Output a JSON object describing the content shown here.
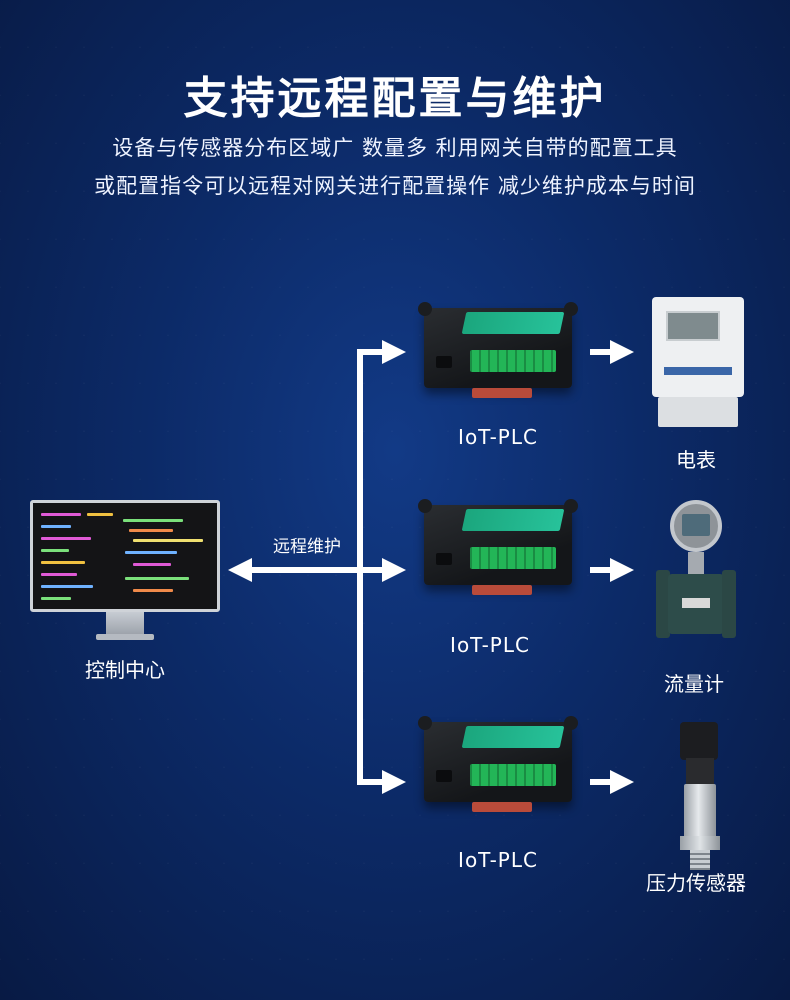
{
  "title": "支持远程配置与维护",
  "subtitle_lines": [
    "设备与传感器分布区域广 数量多 利用网关自带的配置工具",
    "或配置指令可以远程对网关进行配置操作 减少维护成本与时间"
  ],
  "control_center": {
    "label": "控制中心",
    "icon": "monitor-icon"
  },
  "link_label": "远程维护",
  "plcs": [
    {
      "label": "IoT-PLC",
      "icon": "plc-module-icon"
    },
    {
      "label": "IoT-PLC",
      "icon": "plc-module-icon"
    },
    {
      "label": "IoT-PLC",
      "icon": "plc-module-icon"
    }
  ],
  "devices": [
    {
      "label": "电表",
      "icon": "electricity-meter-icon"
    },
    {
      "label": "流量计",
      "icon": "flowmeter-icon"
    },
    {
      "label": "压力传感器",
      "icon": "pressure-sensor-icon"
    }
  ],
  "colors": {
    "background": "#0c2a67",
    "arrows": "#ffffff",
    "plc_accent": "#1ba67d"
  }
}
